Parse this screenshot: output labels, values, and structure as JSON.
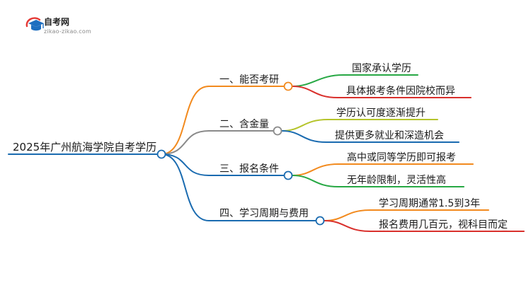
{
  "logo": {
    "title": "自考网",
    "url": "zikao-zikao.com",
    "icon": "graduation-cap-icon",
    "colors": {
      "cap": "#1f6fc0",
      "swoosh": "#e53935"
    }
  },
  "mindmap": {
    "root": {
      "label": "2025年广州航海学院自考学历",
      "color": "#1a6bb0"
    },
    "branches": [
      {
        "label": "一、能否考研",
        "color": "#f28a1e",
        "children": [
          {
            "label": "国家承认学历",
            "color": "#27a844"
          },
          {
            "label": "具体报考条件因院校而异",
            "color": "#d9302c"
          }
        ]
      },
      {
        "label": "二、含金量",
        "color": "#8a8a8a",
        "children": [
          {
            "label": "学历认可度逐渐提升",
            "color": "#b5c42b"
          },
          {
            "label": "提供更多就业和深造机会",
            "color": "#1a6bb0"
          }
        ]
      },
      {
        "label": "三、报名条件",
        "color": "#1a6bb0",
        "children": [
          {
            "label": "高中或同等学历即可报考",
            "color": "#f28a1e"
          },
          {
            "label": "无年龄限制，灵活性高",
            "color": "#27a844"
          }
        ]
      },
      {
        "label": "四、学习周期与费用",
        "color": "#1a6bb0",
        "children": [
          {
            "label": "学习周期通常1.5到3年",
            "color": "#f28a1e"
          },
          {
            "label": "报名费用几百元，视科目而定",
            "color": "#d9302c"
          }
        ]
      }
    ]
  }
}
